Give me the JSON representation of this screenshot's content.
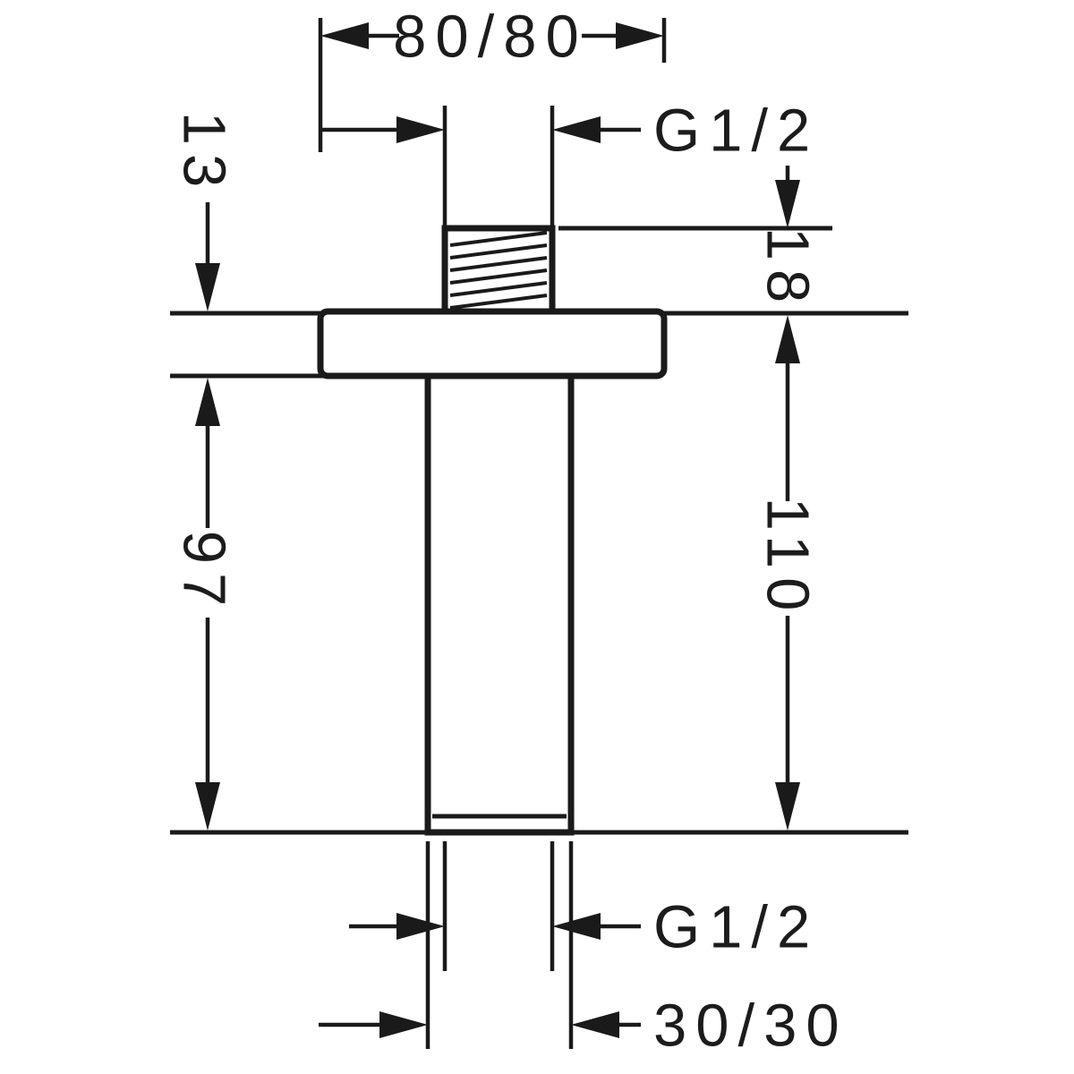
{
  "drawing": {
    "kind": "technical-dimension-drawing",
    "subject": "square ceiling connector with threaded pipe",
    "line_color": "#1a1a1a",
    "background_color": "#ffffff",
    "dimensions": {
      "flange_width": "80/80",
      "thread_top": "G1/2",
      "flange_height": "13",
      "thread_length": "18",
      "pipe_exposed_length": "97",
      "overall_projection": "110",
      "thread_bottom": "G1/2",
      "pipe_profile": "30/30"
    }
  }
}
